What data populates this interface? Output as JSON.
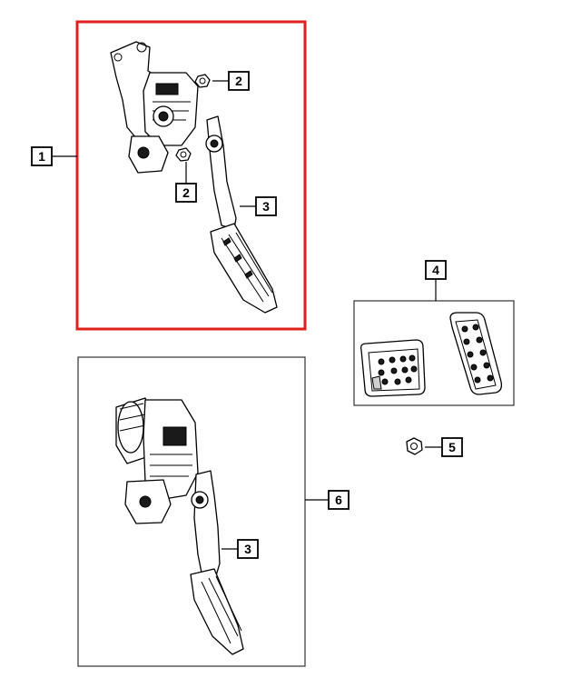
{
  "callouts": {
    "c1": "1",
    "c2a": "2",
    "c2b": "2",
    "c3a": "3",
    "c3b": "3",
    "c4": "4",
    "c5": "5",
    "c6": "6"
  },
  "colors": {
    "highlight_frame": "#e0201c",
    "frame": "#333333",
    "line": "#000000"
  }
}
